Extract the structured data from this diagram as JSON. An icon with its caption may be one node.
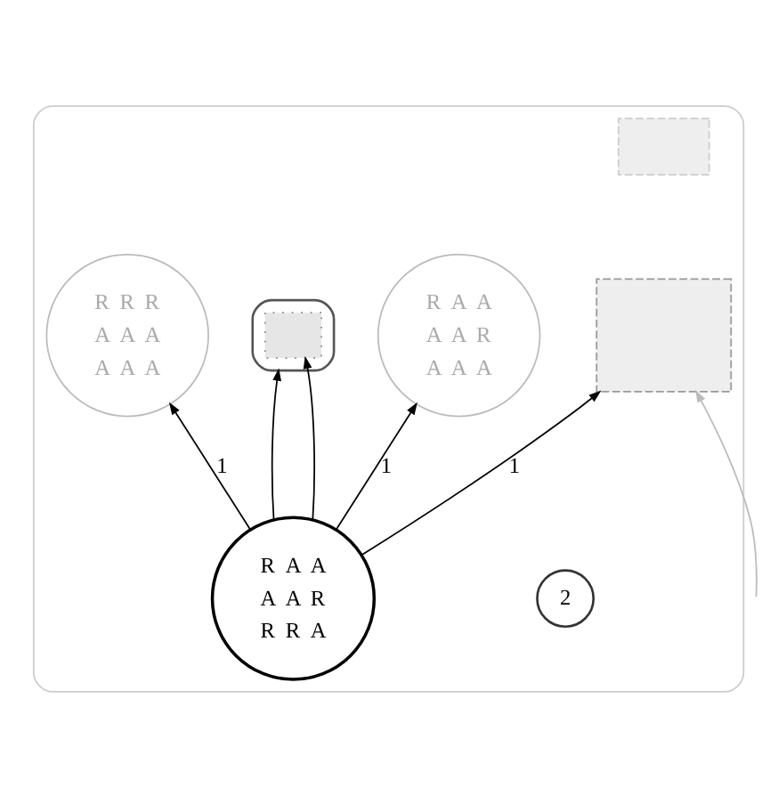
{
  "diagram": {
    "nodes": [
      {
        "text": [],
        "shape": "box"
      },
      {
        "text": [
          "R",
          "R",
          "R",
          "A",
          "A",
          "A",
          "A",
          "A",
          "A"
        ],
        "in": 0
      },
      {
        "text": [],
        "shape": "box",
        "in": 0
      },
      {
        "text": [],
        "shape": "box",
        "in": 0
      },
      {
        "text": [
          "2"
        ],
        "in": 0
      },
      {
        "text": [],
        "shape": "box",
        "in": 0
      },
      {
        "text": [],
        "shape": "box",
        "in": 5
      },
      {
        "text": [
          "R",
          "A",
          "A",
          "A",
          "A",
          "R",
          "A",
          "A",
          "A"
        ],
        "in": 0
      },
      {
        "text": [
          "R",
          "A",
          "A",
          "A",
          "A",
          "R",
          "R",
          "R",
          "A"
        ],
        "in": 0
      }
    ],
    "edges": [
      {
        "from": 8,
        "to": 1,
        "arrow": "to",
        "label": "1"
      },
      {
        "from": 8,
        "to": 5,
        "arrow": "to"
      },
      {
        "from": 8,
        "to": 6,
        "arrow": "to"
      },
      {
        "from": 8,
        "to": 3,
        "arrow": "to",
        "label": "1"
      },
      {
        "from": 8,
        "to": 7,
        "arrow": "to",
        "label": "1"
      },
      {
        "from": null,
        "to": 3,
        "arrow": "to",
        "color": "#bbbbbb"
      }
    ]
  }
}
